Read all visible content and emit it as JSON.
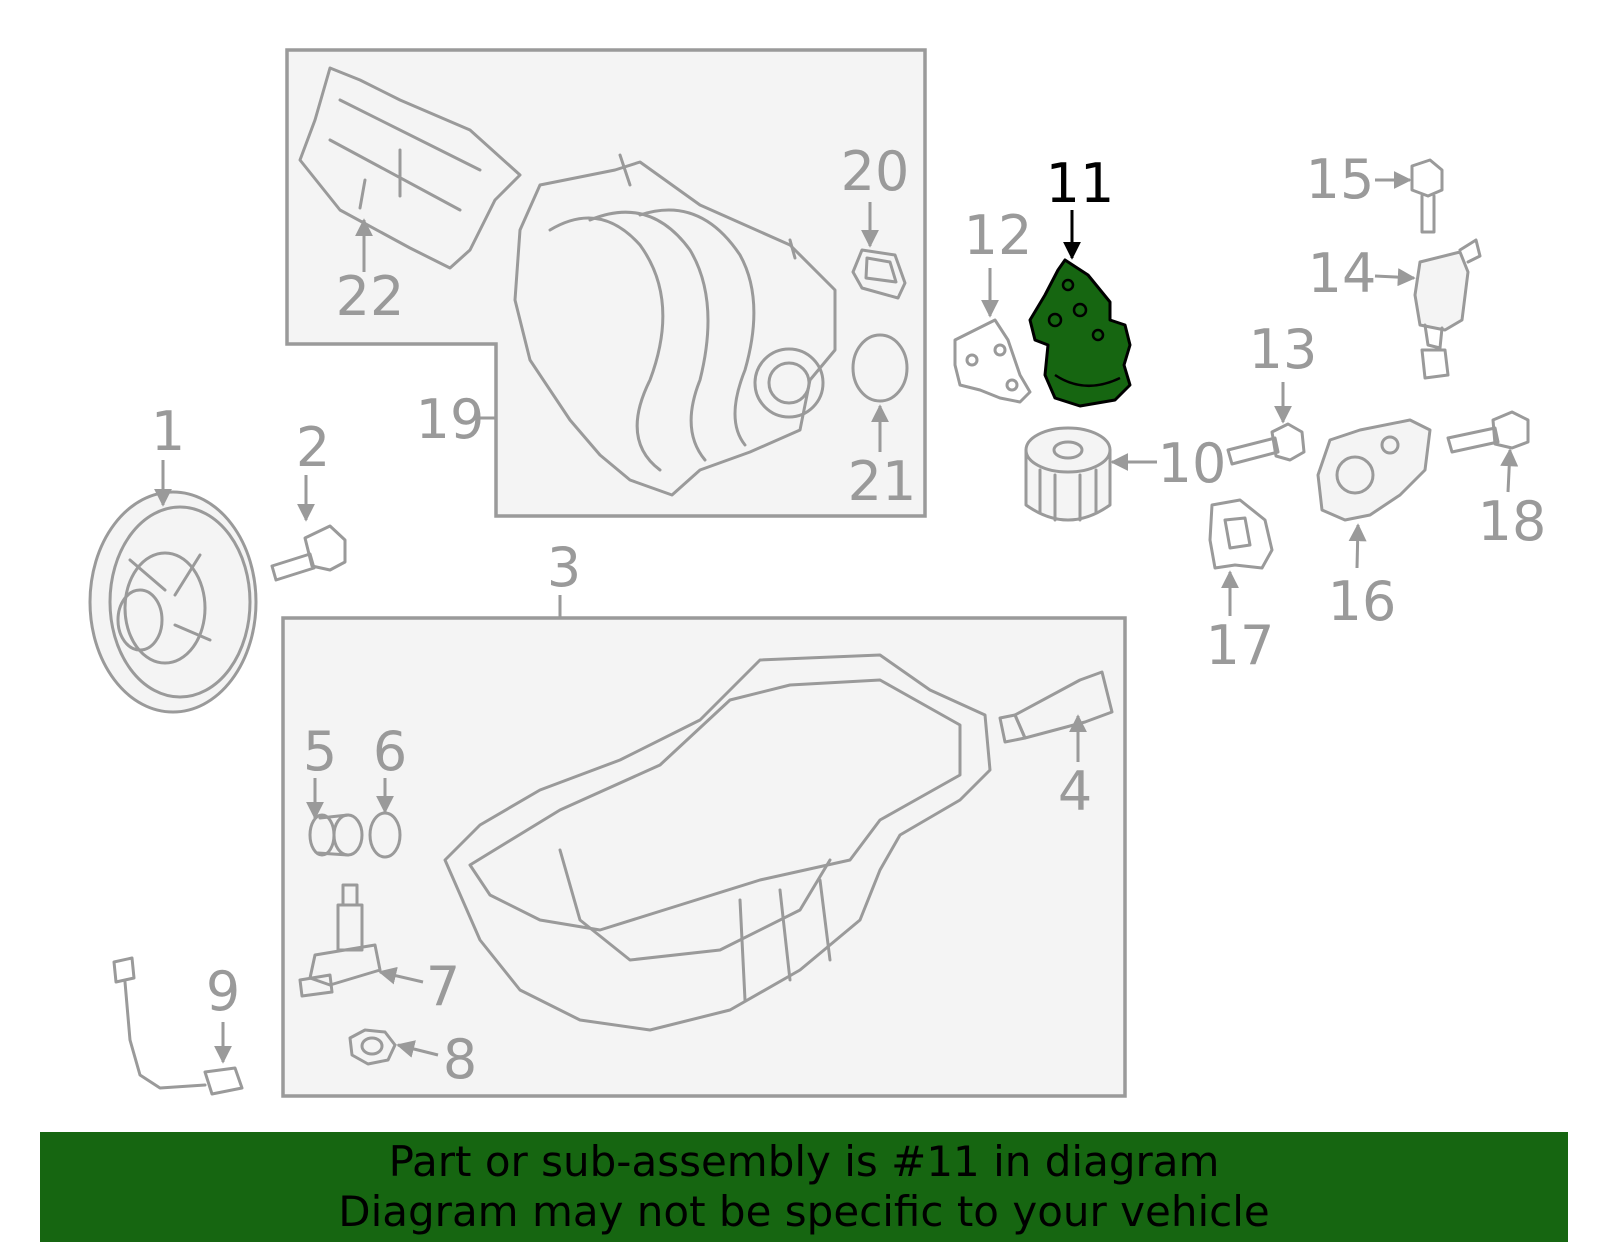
{
  "colors": {
    "line": "#9a9a9a",
    "highlight_fill": "#166611",
    "highlight_label": "#000000",
    "banner_bg": "#166611",
    "banner_text": "#000000"
  },
  "highlighted_part": "11",
  "callouts": {
    "c1": "1",
    "c2": "2",
    "c3": "3",
    "c4": "4",
    "c5": "5",
    "c6": "6",
    "c7": "7",
    "c8": "8",
    "c9": "9",
    "c10": "10",
    "c11": "11",
    "c12": "12",
    "c13": "13",
    "c14": "14",
    "c15": "15",
    "c16": "16",
    "c17": "17",
    "c18": "18",
    "c19": "19",
    "c20": "20",
    "c21": "21",
    "c22": "22"
  },
  "banner": {
    "line1": "Part or sub-assembly is #11 in diagram",
    "line2": "Diagram may not be specific to your vehicle"
  }
}
